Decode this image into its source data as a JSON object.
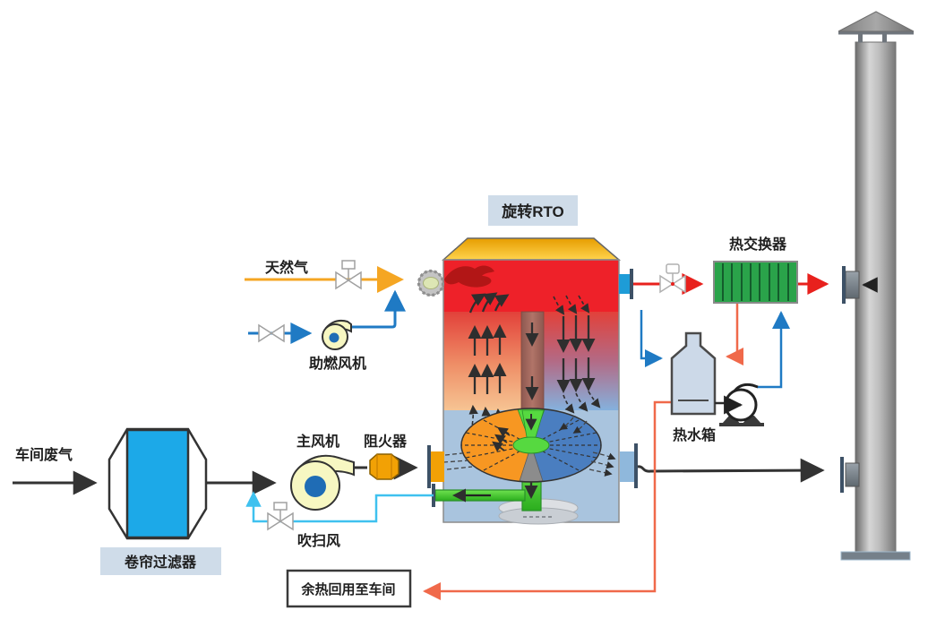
{
  "labels": {
    "workshop_gas": "车间废气",
    "curtain_filter": "卷帘过滤器",
    "main_fan": "主风机",
    "flame_arrester": "阻火器",
    "purge_air": "吹扫风",
    "natural_gas": "天然气",
    "combustion_fan": "助燃风机",
    "rotary_rto": "旋转RTO",
    "heat_exchanger": "热交换器",
    "hot_water_tank": "热水箱",
    "heat_reuse": "余热回用至车间"
  },
  "colors": {
    "waste_gas_line": "#333333",
    "natural_gas_line": "#f5a623",
    "combustion_air_line": "#1f7ac4",
    "purge_air_line": "#3fc1ef",
    "hot_exhaust_line": "#e8211d",
    "hot_water_line": "#f0694a",
    "cold_water_line": "#1f7ac4",
    "green_pipe": "#44d02c",
    "filter_fill": "#1ca9e8",
    "fan_fill": "#f7f7c2",
    "fan_hub": "#1f6cb5",
    "flame_arrester_fill": "#f2a105",
    "hx_fill": "#2aa34a",
    "tank_fill": "#ccd9e8",
    "label_box_fill": "#cfdce9",
    "rto_hot_zone": "#ee2129",
    "rto_cold_zone": "#a9c4de",
    "rotor_left": "#f79722",
    "rotor_right": "#4a7ec0",
    "rotor_green": "#56d940",
    "rotor_hub_gray": "#8c8c8c"
  }
}
